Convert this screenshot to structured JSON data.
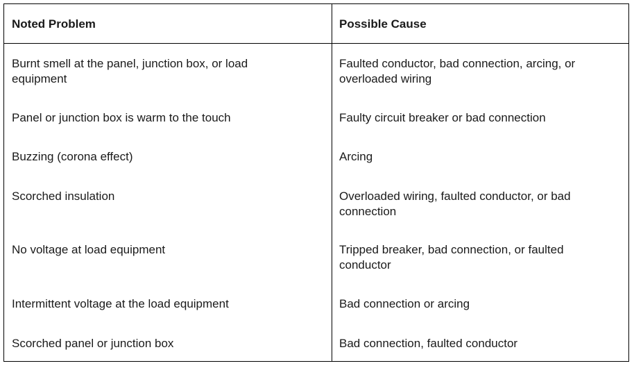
{
  "table": {
    "headers": {
      "problem": "Noted Problem",
      "cause": "Possible Cause"
    },
    "rows": [
      {
        "problem": "Burnt smell at the panel, junction box, or load\nequipment",
        "cause": "Faulted conductor, bad connection, arcing, or\noverloaded wiring"
      },
      {
        "problem": "Panel or junction box is warm to the touch",
        "cause": "Faulty circuit breaker or bad connection"
      },
      {
        "problem": "Buzzing (corona effect)",
        "cause": "Arcing"
      },
      {
        "problem": "Scorched insulation",
        "cause": "Overloaded wiring, faulted conductor, or bad\nconnection"
      },
      {
        "problem": "No voltage at load equipment",
        "cause": "Tripped breaker, bad connection, or faulted\nconductor"
      },
      {
        "problem": "Intermittent voltage at the load equipment",
        "cause": "Bad connection or arcing"
      },
      {
        "problem": "Scorched panel or junction box",
        "cause": "Bad connection, faulted conductor"
      }
    ]
  }
}
